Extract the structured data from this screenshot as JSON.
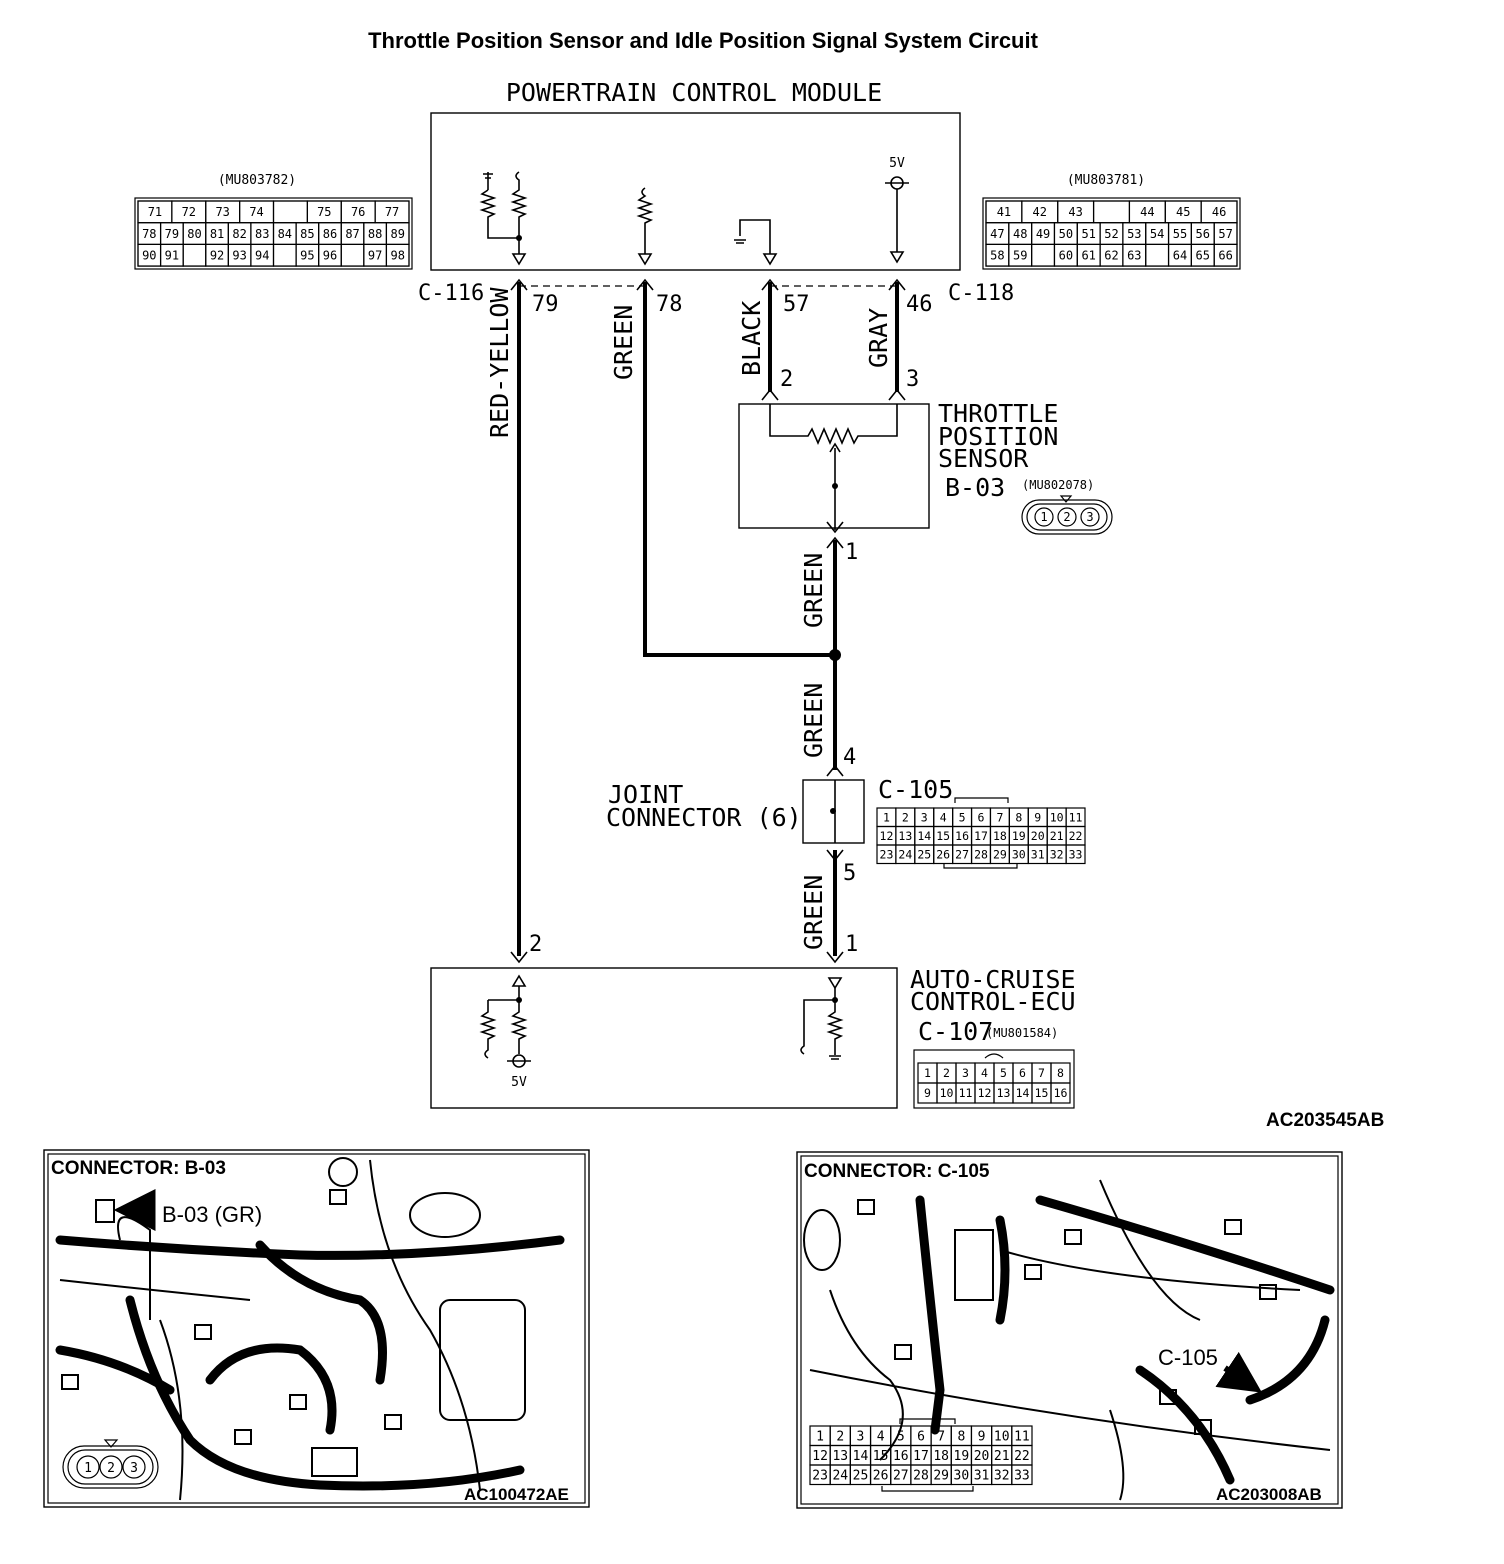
{
  "title": "Throttle Position Sensor and Idle Position Signal System Circuit",
  "pcm": {
    "label": "POWERTRAIN CONTROL MODULE",
    "voltage": "5V",
    "left_connector": {
      "part": "(MU803782)",
      "rows": [
        [
          "71",
          "72",
          "73",
          "74",
          "",
          "75",
          "76",
          "77"
        ],
        [
          "78",
          "79",
          "80",
          "81",
          "82",
          "83",
          "84",
          "85",
          "86",
          "87",
          "88",
          "89"
        ],
        [
          "90",
          "91",
          "",
          "92",
          "93",
          "94",
          "",
          "95",
          "96",
          "",
          "97",
          "98"
        ]
      ]
    },
    "right_connector": {
      "part": "(MU803781)",
      "rows": [
        [
          "41",
          "42",
          "43",
          "",
          "44",
          "45",
          "46"
        ],
        [
          "47",
          "48",
          "49",
          "50",
          "51",
          "52",
          "53",
          "54",
          "55",
          "56",
          "57"
        ],
        [
          "58",
          "59",
          "",
          "60",
          "61",
          "62",
          "63",
          "",
          "64",
          "65",
          "66"
        ]
      ]
    },
    "connector_left_id": "C-116",
    "connector_right_id": "C-118"
  },
  "wires": {
    "red_yellow": "RED-YELLOW",
    "green_top": "GREEN",
    "black": "BLACK",
    "gray": "GRAY",
    "green_tps": "GREEN",
    "green_mid": "GREEN",
    "green_low": "GREEN"
  },
  "pins": {
    "p79": "79",
    "p78": "78",
    "p57": "57",
    "p46": "46",
    "tps2": "2",
    "tps3": "3",
    "tps1": "1",
    "jc4": "4",
    "jc5": "5",
    "ecu2": "2",
    "ecu1": "1"
  },
  "tps": {
    "label_line1": "THROTTLE",
    "label_line2": "POSITION",
    "label_line3": "SENSOR",
    "id": "B-03",
    "part": "(MU802078)",
    "pins": [
      "1",
      "2",
      "3"
    ]
  },
  "joint_connector": {
    "label_line1": "JOINT",
    "label_line2": "CONNECTOR (6)",
    "id": "C-105",
    "rows": [
      [
        "1",
        "2",
        "3",
        "4",
        "5",
        "6",
        "7",
        "8",
        "9",
        "10",
        "11"
      ],
      [
        "12",
        "13",
        "14",
        "15",
        "16",
        "17",
        "18",
        "19",
        "20",
        "21",
        "22"
      ],
      [
        "23",
        "24",
        "25",
        "26",
        "27",
        "28",
        "29",
        "30",
        "31",
        "32",
        "33"
      ]
    ]
  },
  "ecu": {
    "label_line1": "AUTO-CRUISE",
    "label_line2": "CONTROL-ECU",
    "id": "C-107",
    "part": "(MU801584)",
    "voltage": "5V",
    "rows": [
      [
        "1",
        "2",
        "3",
        "4",
        "5",
        "6",
        "7",
        "8"
      ],
      [
        "9",
        "10",
        "11",
        "12",
        "13",
        "14",
        "15",
        "16"
      ]
    ]
  },
  "figure_code": "AC203545AB",
  "panel_b03": {
    "title": "CONNECTOR: B-03",
    "callout": "B-03 (GR)",
    "code": "AC100472AE",
    "pins": [
      "1",
      "2",
      "3"
    ]
  },
  "panel_c105": {
    "title": "CONNECTOR: C-105",
    "callout": "C-105",
    "code": "AC203008AB",
    "rows": [
      [
        "1",
        "2",
        "3",
        "4",
        "5",
        "6",
        "7",
        "8",
        "9",
        "10",
        "11"
      ],
      [
        "12",
        "13",
        "14",
        "15",
        "16",
        "17",
        "18",
        "19",
        "20",
        "21",
        "22"
      ],
      [
        "23",
        "24",
        "25",
        "26",
        "27",
        "28",
        "29",
        "30",
        "31",
        "32",
        "33"
      ]
    ]
  }
}
